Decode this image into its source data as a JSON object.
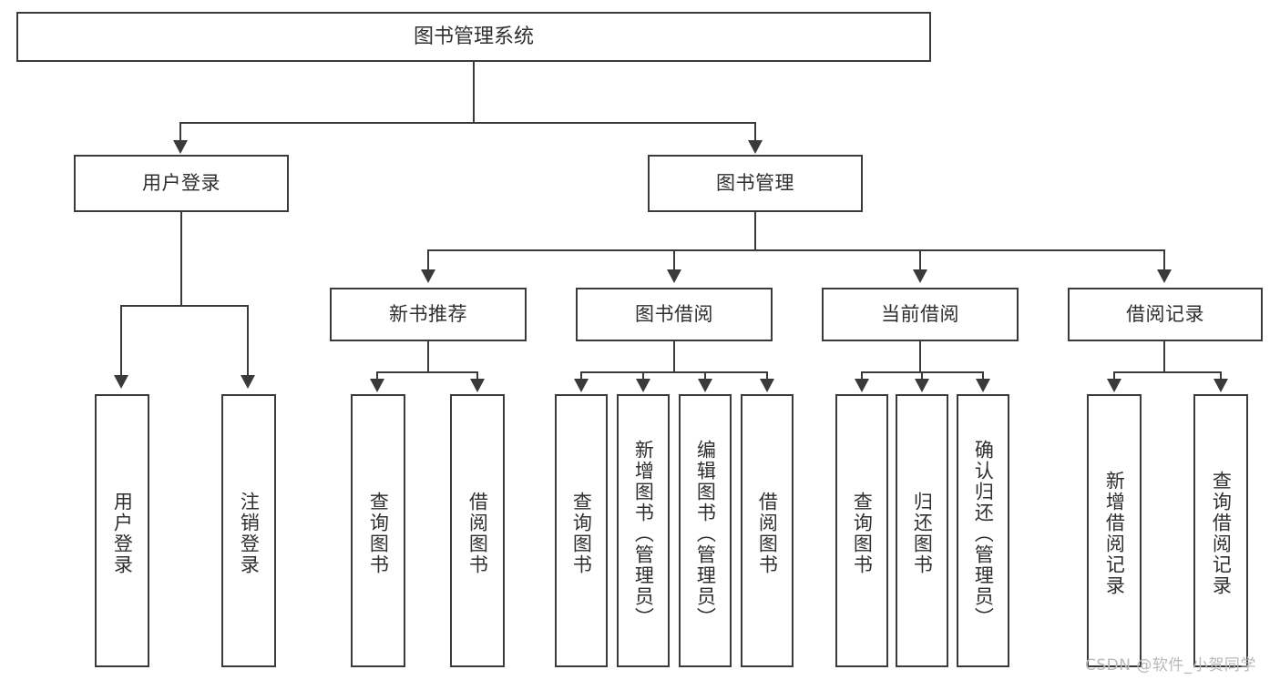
{
  "diagram": {
    "title": "图书管理系统",
    "type": "hierarchy-tree",
    "root": {
      "label": "图书管理系统"
    },
    "level2": [
      {
        "label": "用户登录"
      },
      {
        "label": "图书管理"
      }
    ],
    "level3": [
      {
        "label": "新书推荐"
      },
      {
        "label": "图书借阅"
      },
      {
        "label": "当前借阅"
      },
      {
        "label": "借阅记录"
      }
    ],
    "leaves": {
      "user_login": [
        {
          "label": "用户登录"
        },
        {
          "label": "注销登录"
        }
      ],
      "new_book_recommend": [
        {
          "label": "查询图书"
        },
        {
          "label": "借阅图书"
        }
      ],
      "book_borrow": [
        {
          "label": "查询图书"
        },
        {
          "label": "新增图书（管理员）"
        },
        {
          "label": "编辑图书（管理员）"
        },
        {
          "label": "借阅图书"
        }
      ],
      "current_borrow": [
        {
          "label": "查询图书"
        },
        {
          "label": "归还图书"
        },
        {
          "label": "确认归还（管理员）"
        }
      ],
      "borrow_record": [
        {
          "label": "新增借阅记录"
        },
        {
          "label": "查询借阅记录"
        }
      ]
    }
  },
  "watermark": {
    "text": "CSDN @软件_小贺同学"
  },
  "colors": {
    "stroke": "#3a3a3a",
    "text": "#2f2f2f",
    "background": "#ffffff",
    "watermark": "#b9b9b9"
  }
}
